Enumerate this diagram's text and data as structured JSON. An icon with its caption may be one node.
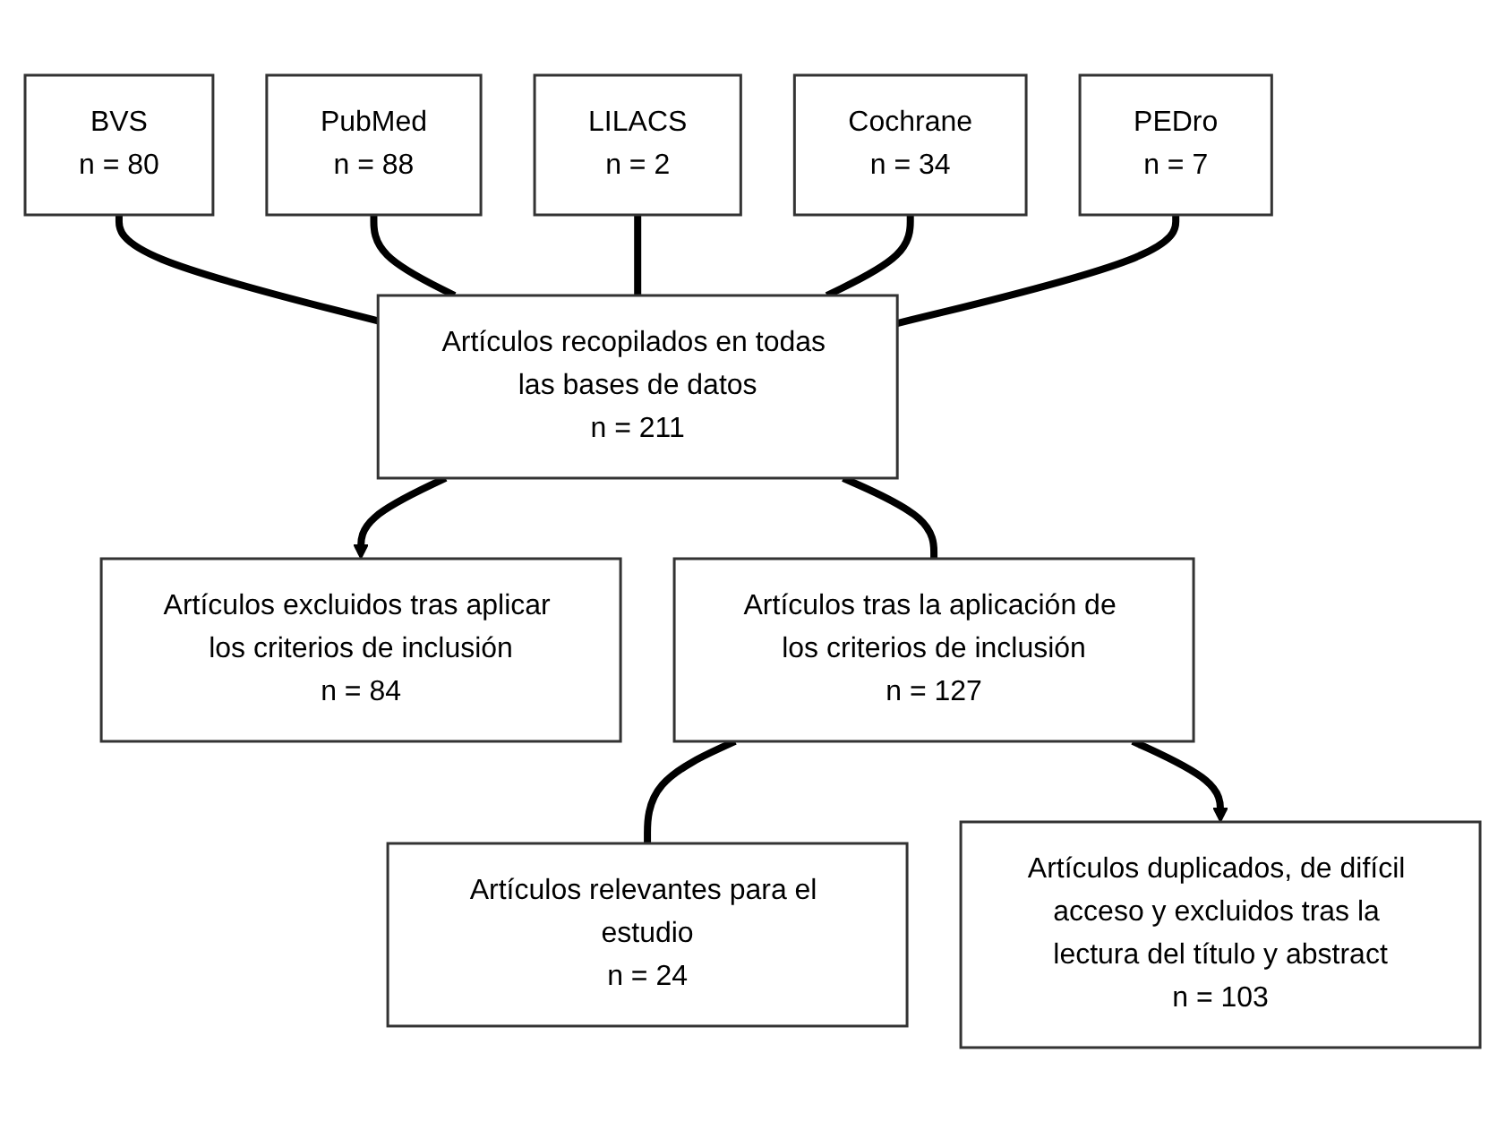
{
  "diagram": {
    "nodes": [
      {
        "text": [
          "BVS",
          "n = 80"
        ]
      },
      {
        "text": [
          "PubMed",
          "n = 88"
        ]
      },
      {
        "text": [
          "LILACS",
          "n = 2"
        ]
      },
      {
        "text": [
          "Cochrane",
          "n = 34"
        ]
      },
      {
        "text": [
          "PEDro",
          "n = 7"
        ]
      },
      {
        "text": [
          "Artículos recopilados en todas las bases de datos",
          "n = 211"
        ]
      },
      {
        "text": [
          "Artículos excluidos tras aplicar los criterios de inclusión",
          "n = 84"
        ]
      },
      {
        "text": [
          "Artículos tras la aplicación de los criterios de inclusión",
          "n = 127"
        ]
      },
      {
        "text": [
          "Artículos duplicados, de difícil acceso y excluidos tras la lectura del título y abstract",
          "n = 103"
        ]
      },
      {
        "text": [
          "Artículos relevantes para el estudio",
          "n = 24"
        ]
      }
    ],
    "edges": [
      {
        "from": 0,
        "to": 5,
        "arrow": "none"
      },
      {
        "from": 1,
        "to": 5,
        "arrow": "none"
      },
      {
        "from": 2,
        "to": 5,
        "arrow": "none"
      },
      {
        "from": 3,
        "to": 5,
        "arrow": "none"
      },
      {
        "from": 4,
        "to": 5,
        "arrow": "none"
      },
      {
        "from": 5,
        "to": 7,
        "arrow": "none"
      },
      {
        "from": 5,
        "to": 6,
        "arrow": "to"
      },
      {
        "from": 7,
        "to": 9,
        "arrow": "none"
      },
      {
        "from": 7,
        "to": 8,
        "arrow": "to"
      }
    ]
  }
}
